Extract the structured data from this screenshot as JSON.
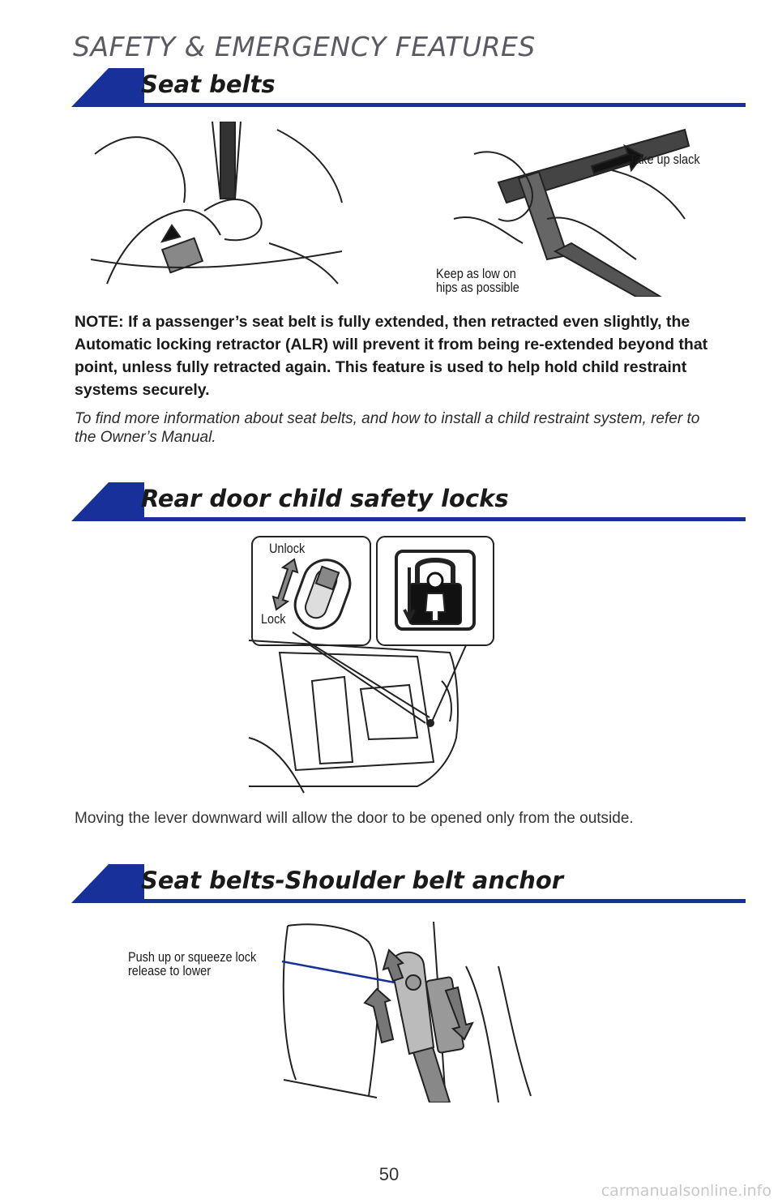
{
  "page": {
    "header": "SAFETY & EMERGENCY FEATURES",
    "page_number": "50",
    "watermark": "carmanualsonline.info"
  },
  "colors": {
    "accent": "#17309a",
    "text": "#1a1a1a"
  },
  "seat_belts": {
    "heading": "Seat belts",
    "callouts": {
      "take_up_slack": "Take up slack",
      "keep_low": "Keep as low on\nhips as possible"
    },
    "note": "NOTE: If a passenger’s seat belt is fully extended, then retracted even slightly, the Automatic locking retractor (ALR) will prevent it from being re-extended beyond that point, unless fully retracted again. This feature is used to help hold child restraint systems securely.",
    "reference": "To find more information about seat belts, and how to install a child restraint system, refer to the Owner’s Manual."
  },
  "child_locks": {
    "heading": "Rear door child safety locks",
    "callouts": {
      "unlock": "Unlock",
      "lock": "Lock"
    },
    "body": "Moving the lever downward will allow the door to be opened only from the outside."
  },
  "shoulder_anchor": {
    "heading": "Seat belts-Shoulder belt anchor",
    "callouts": {
      "push_up": "Push up or squeeze lock\nrelease to lower"
    }
  }
}
